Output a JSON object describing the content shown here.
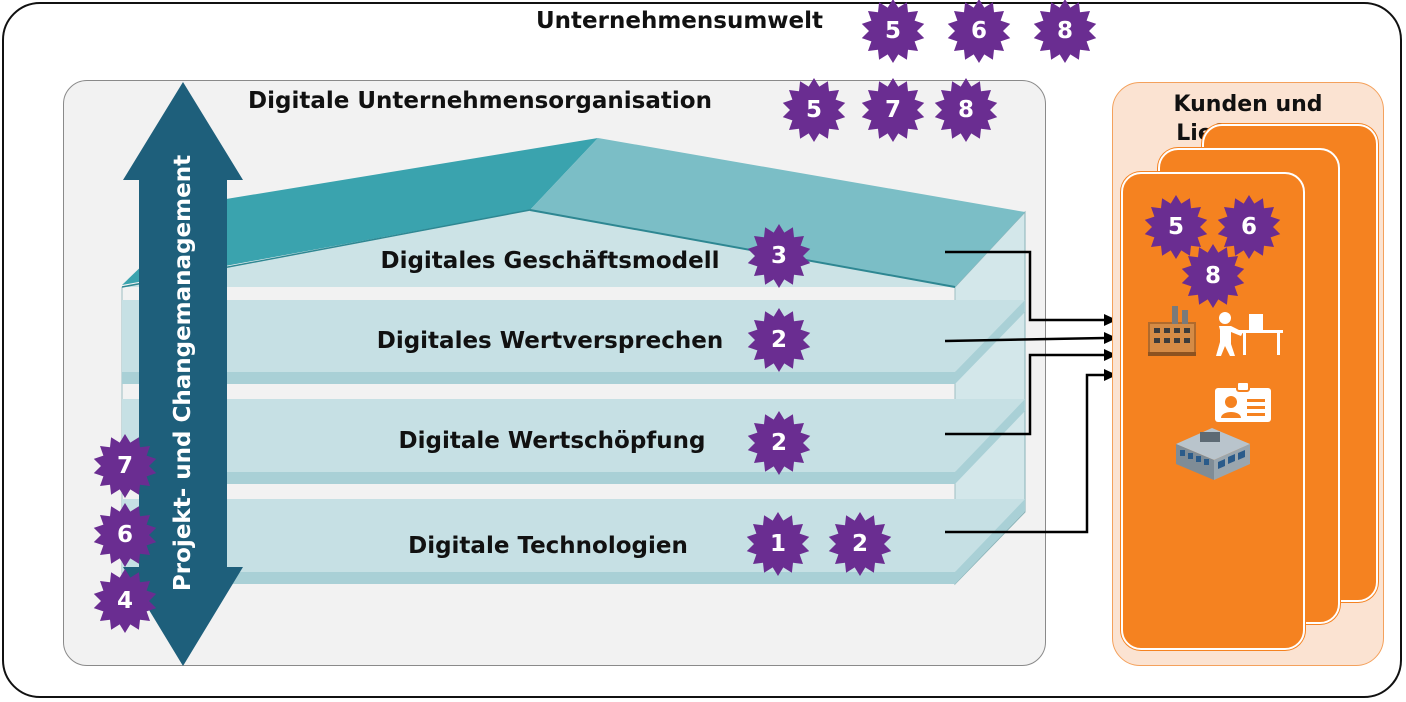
{
  "environment": {
    "title": "Unternehmensumwelt",
    "badges": [
      "5",
      "6",
      "8"
    ]
  },
  "organization": {
    "title": "Digitale Unternehmensorganisation",
    "badges": [
      "5",
      "7",
      "8"
    ]
  },
  "change_arrow": {
    "label": "Projekt- und Changemanagement",
    "badges": [
      "7",
      "6",
      "4"
    ]
  },
  "layers": [
    {
      "label": "Digitales Geschäftsmodell",
      "badges": [
        "3"
      ]
    },
    {
      "label": "Digitales Wertversprechen",
      "badges": [
        "2"
      ]
    },
    {
      "label": "Digitale Wertschöpfung",
      "badges": [
        "2"
      ]
    },
    {
      "label": "Digitale Technologien",
      "badges": [
        "1",
        "2"
      ]
    }
  ],
  "customers": {
    "title": "Kunden und Lieferanten",
    "badges": [
      "5",
      "6",
      "8"
    ]
  },
  "icons": [
    "factory-icon",
    "person-desk-icon",
    "id-card-icon",
    "office-building-icon"
  ],
  "colors": {
    "badge": "#6a2d91",
    "arrow": "#1e5f7b",
    "roof": "#3aa3ae",
    "layer": "#c6e0e4",
    "card": "#f58220",
    "customer_bg": "#fbe3d2"
  }
}
